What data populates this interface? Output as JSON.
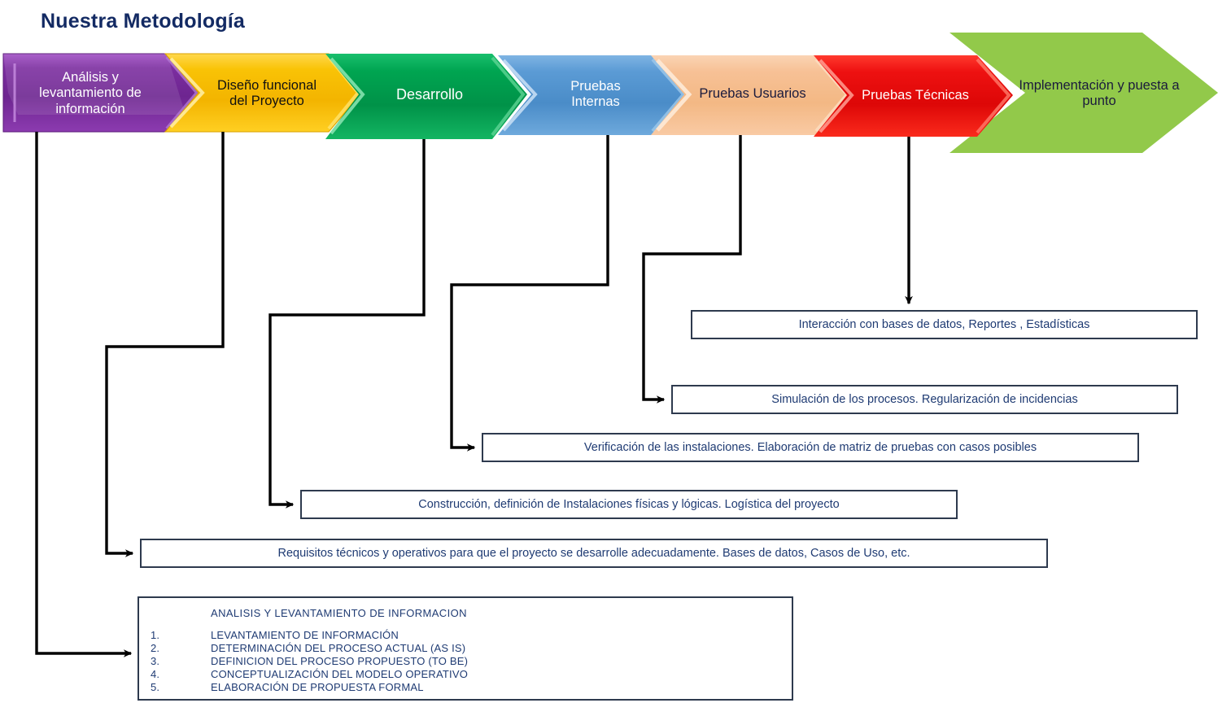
{
  "page": {
    "title": "Nuestra Metodología",
    "title_color": "#132a63",
    "background": "#ffffff"
  },
  "process": {
    "name": "metodologia-chevron-flow",
    "steps": [
      {
        "id": "analisis",
        "label": "Análisis y levantamiento de información",
        "color": "#7a2d9c",
        "text_color": "#ffffff"
      },
      {
        "id": "diseno",
        "label": "Diseño funcional del Proyecto",
        "color": "#f6bd00",
        "text_color": "#111111"
      },
      {
        "id": "desarrollo",
        "label": "Desarrollo",
        "color": "#00a551",
        "text_color": "#ffffff"
      },
      {
        "id": "pruebas-internas",
        "label": "Pruebas Internas",
        "color": "#5b9bd5",
        "text_color": "#ffffff"
      },
      {
        "id": "pruebas-usuarios",
        "label": "Pruebas Usuarios",
        "color": "#f7c196",
        "text_color": "#1a1a3c"
      },
      {
        "id": "pruebas-tecnicas",
        "label": "Pruebas Técnicas",
        "color": "#ee1111",
        "text_color": "#ffffff"
      },
      {
        "id": "implementacion",
        "label": "Implementación y puesta a punto",
        "color": "#92c94a",
        "text_color": "#1a1a3c"
      }
    ]
  },
  "detail_boxes": [
    {
      "id": "box-interaccion",
      "source_step": "pruebas-tecnicas",
      "text": "Interacción con bases de datos, Reportes , Estadísticas"
    },
    {
      "id": "box-simulacion",
      "source_step": "pruebas-usuarios",
      "text": "Simulación de los  procesos. Regularización de incidencias"
    },
    {
      "id": "box-verificacion",
      "source_step": "pruebas-internas",
      "text": "Verificación de las instalaciones. Elaboración de matriz de pruebas con casos posibles"
    },
    {
      "id": "box-construccion",
      "source_step": "desarrollo",
      "text": "Construcción, definición de Instalaciones físicas y lógicas. Logística del proyecto"
    },
    {
      "id": "box-requisitos",
      "source_step": "diseno",
      "text": "Requisitos técnicos y operativos para que el proyecto se desarrolle adecuadamente. Bases de datos, Casos de Uso, etc."
    }
  ],
  "list_box": {
    "id": "box-analisis-detalle",
    "source_step": "analisis",
    "header": "ANALISIS  Y  LEVANTAMIENTO  DE  INFORMACION",
    "items": [
      {
        "num": "1.",
        "text": "LEVANTAMIENTO DE INFORMACIÓN"
      },
      {
        "num": "2.",
        "text": "DETERMINACIÓN DEL  PROCESO ACTUAL  (AS IS)"
      },
      {
        "num": "3.",
        "text": "DEFINICION  DEL PROCESO   PROPUESTO (TO BE)"
      },
      {
        "num": "4.",
        "text": "CONCEPTUALIZACIÓN DEL MODELO OPERATIVO"
      },
      {
        "num": "5.",
        "text": "ELABORACIÓN DE PROPUESTA FORMAL"
      }
    ]
  },
  "style_tokens": {
    "box_border": "#2e3a4e",
    "box_text": "#1f3b73",
    "connector": "#000000"
  }
}
